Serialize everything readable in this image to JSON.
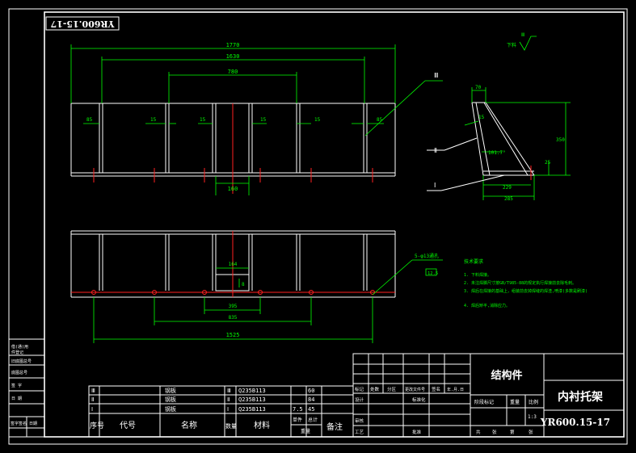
{
  "drawing_code_rotated": "YR600.15-17",
  "top_view": {
    "dims": {
      "overall": "1770",
      "inner": "1630",
      "middle": "780",
      "gap": "160",
      "tick_left": "85",
      "tick_right": "85",
      "ticks_15": [
        "15",
        "15",
        "15",
        "15"
      ]
    }
  },
  "section_view": {
    "dims": {
      "top": "70",
      "angle_note": "15",
      "height_right": "350",
      "small_right": "25",
      "bottom_a": "229",
      "bottom_b": "285",
      "angle": "101.7°"
    },
    "surface_note": "下料",
    "surface_mark": "Ⅲ",
    "callouts": [
      "Ⅰ",
      "Ⅱ",
      "Ⅲ"
    ]
  },
  "front_view": {
    "dims": {
      "d164": "164",
      "d8": "8",
      "d395": "395",
      "d835": "835",
      "d1525": "1525"
    },
    "hole_note": "5-φ13通孔",
    "hole_box": "12.5"
  },
  "tech_requirements": {
    "title": "技术要求",
    "items": [
      "1. 下料焊接。",
      "2. 未注焊脚尺寸按GB/T985-88的规定执行焊接前去除毛刺。",
      "3. 焊后在焊接的基础上，组装前去掉焊缝的焊渣,喷漆(多数是刷漆)",
      "4. 焊后矫平,消除应力。"
    ]
  },
  "left_strip": [
    "借(通)用",
    "件登记",
    "旧底图总号",
    "底图总号",
    "签  字",
    "日  期",
    "签字签名",
    "日期"
  ],
  "bom": {
    "rows": [
      {
        "no": "Ⅲ",
        "name": "钢板",
        "qty": "Ⅲ",
        "material": "Q235B113",
        "w1": "",
        "w2": "60"
      },
      {
        "no": "Ⅱ",
        "name": "钢板",
        "qty": "Ⅱ",
        "material": "Q235B113",
        "w1": "",
        "w2": "84"
      },
      {
        "no": "Ⅰ",
        "name": "钢板",
        "qty": "Ⅰ",
        "material": "Q235B113",
        "w1": "7.5",
        "w2": "45"
      }
    ],
    "header": {
      "no": "序号",
      "code": "代号",
      "name": "名称",
      "qty": "数量",
      "material": "材料",
      "single": "单件",
      "total": "总计",
      "weight": "重量",
      "remark": "备注"
    }
  },
  "title_block": {
    "category": "结构件",
    "part_name": "内衬托架",
    "drawing_no": "YR600.15-17",
    "small_labels": [
      "标记",
      "处数",
      "分区",
      "更改文件号",
      "签名",
      "年.月.日",
      "设计",
      "标准化",
      "阶段标记",
      "重量",
      "比例",
      "审核",
      "工艺",
      "批准",
      "共",
      "张",
      "第",
      "张"
    ],
    "scale": "1:3"
  }
}
